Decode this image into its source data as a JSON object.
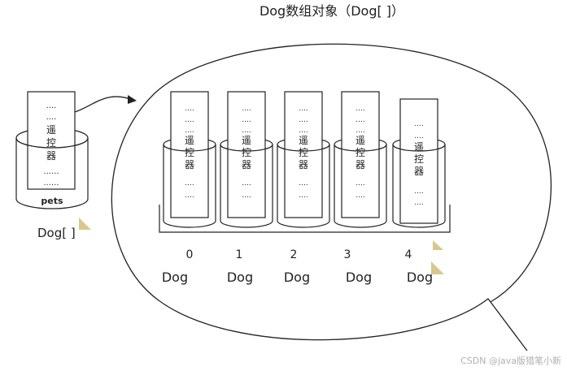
{
  "title": "Dog数组对象（Dog[ ]）",
  "remote": {
    "dots": "....",
    "chars": [
      "遥",
      "控",
      "器"
    ],
    "tail_dots": "......"
  },
  "cup_label": "pets",
  "left_type_label": "Dog[ ]",
  "cells": [
    {
      "index": "0",
      "type": "Dog"
    },
    {
      "index": "1",
      "type": "Dog"
    },
    {
      "index": "2",
      "type": "Dog"
    },
    {
      "index": "3",
      "type": "Dog"
    },
    {
      "index": "4",
      "type": "Dog"
    }
  ],
  "cell_remote": {
    "dots": "....",
    "chars": [
      "遥",
      "控",
      "器"
    ]
  },
  "watermark": "CSDN @java版猎笔小新",
  "colors": {
    "stroke": "#222222",
    "fold_mark": "#d9c88a",
    "watermark": "#b0b0b0"
  }
}
